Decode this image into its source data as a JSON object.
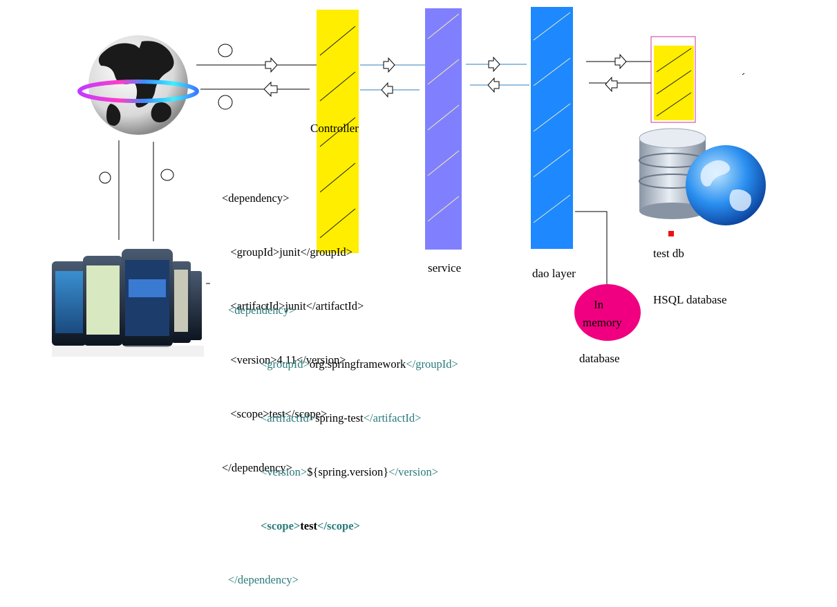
{
  "labels": {
    "controller": "Controller",
    "service": "service",
    "dao": "dao layer",
    "testdb": "test db",
    "hsql": "HSQL database",
    "inmemory_line1": "In",
    "inmemory_line2": "memory",
    "database": "database"
  },
  "code_junit": [
    "<dependency>",
    "   <groupId>junit</groupId>",
    "   <artifactId>junit</artifactId>",
    "   <version>4.11</version>",
    "   <scope>test</scope>",
    "</dependency>"
  ],
  "code_spring": {
    "open": "<dependency>",
    "close": "</dependency>",
    "rows": [
      {
        "open_tag": "<groupId>",
        "value": "org.springframework",
        "close_tag": "</groupId>"
      },
      {
        "open_tag": "<artifactId>",
        "value": "spring-test",
        "close_tag": "</artifactId>"
      },
      {
        "open_tag": "<version>",
        "value": "${spring.version}",
        "close_tag": "</version>"
      },
      {
        "open_tag": "<scope>",
        "value": "test",
        "close_tag": "</scope>"
      }
    ]
  },
  "colors": {
    "controller": "#ffee00",
    "service": "#8080ff",
    "dao": "#1e88ff",
    "testdb_box": "#ffee00",
    "testdb_border": "#cc3399",
    "inmemory": "#f00080",
    "code_tag": "#2a7a7a",
    "arrow_line_blue": "#2f7fbf"
  },
  "icons": [
    "globe-icon",
    "smartphones-icon",
    "database-server-icon"
  ]
}
